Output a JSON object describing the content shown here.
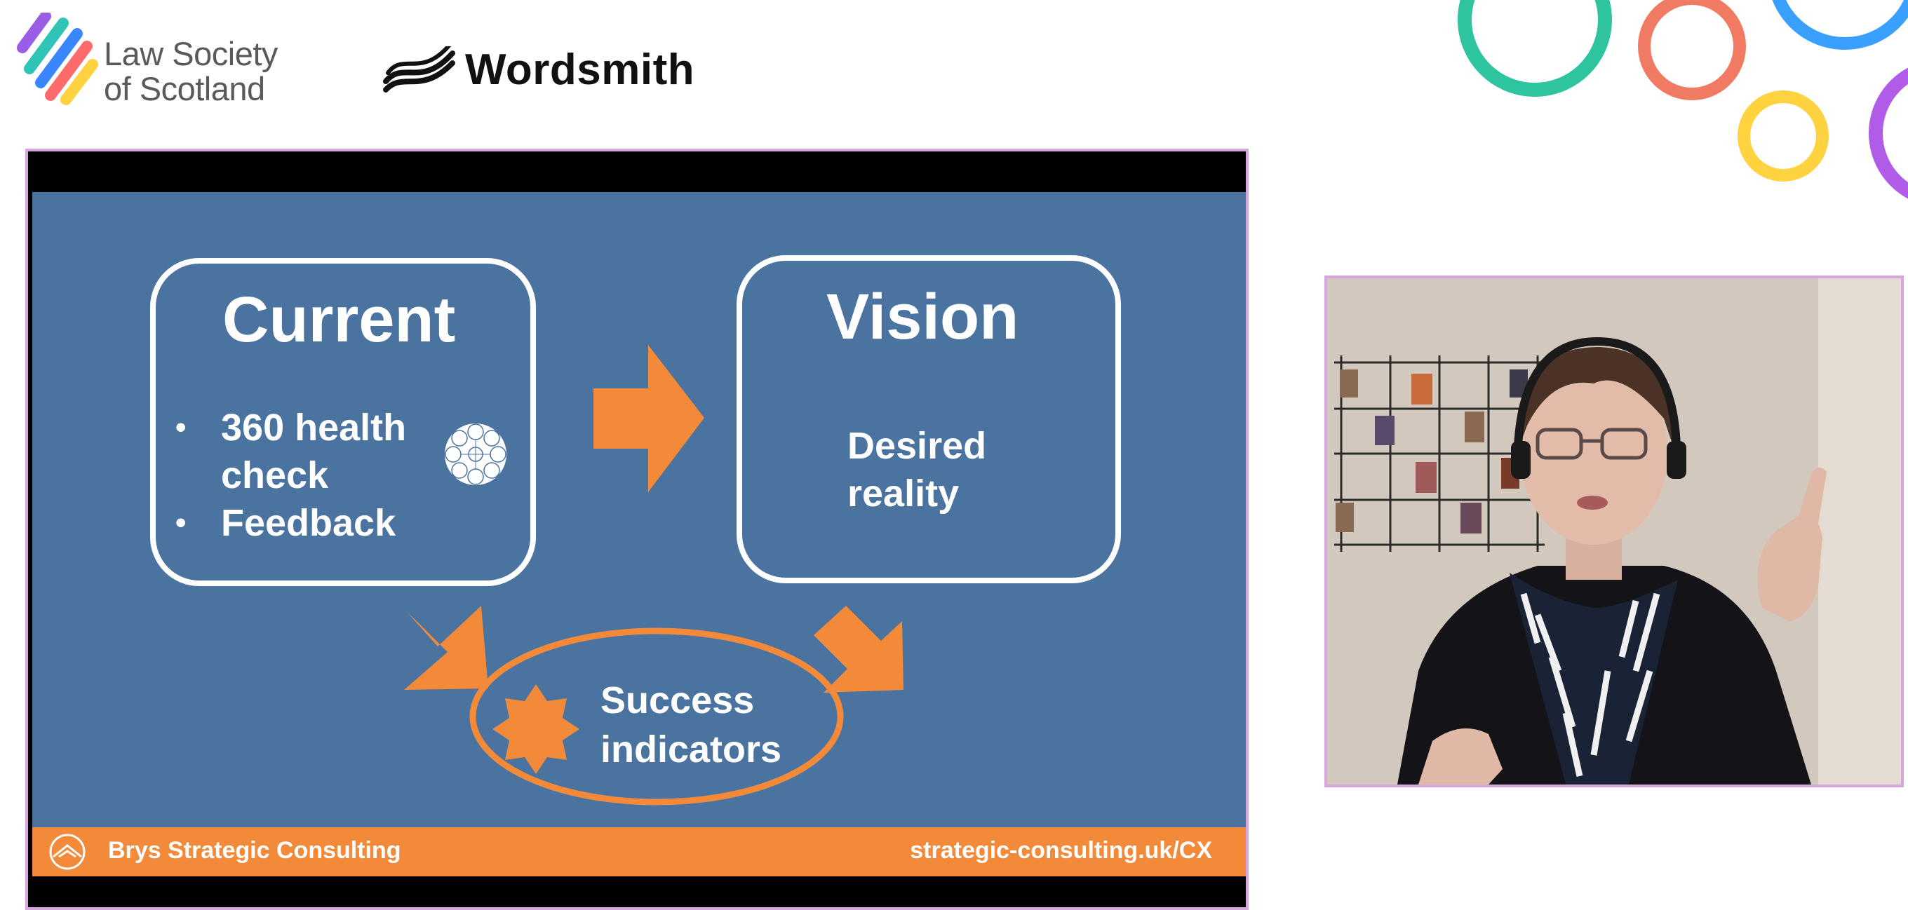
{
  "header": {
    "law_society_logo": {
      "line1": "Law Society",
      "line2": "of Scotland",
      "stripe_colors": [
        "#9b5de5",
        "#2ec4b6",
        "#3a86ff",
        "#ff6b6b",
        "#ffd23f"
      ]
    },
    "wordsmith_logo": {
      "text": "Wordsmith",
      "icon": "wave-swoosh-icon"
    },
    "decorative_rings": [
      "#2ec4a0",
      "#f07a62",
      "#3aa0ff",
      "#ffd23f",
      "#b05ce8"
    ]
  },
  "slide": {
    "current": {
      "title": "Current",
      "bullets": [
        "360 health check",
        "Feedback"
      ],
      "icon": "cx-wheel-icon"
    },
    "vision": {
      "title": "Vision",
      "text": "Desired reality"
    },
    "success": {
      "text": "Success indicators",
      "icon": "starburst-icon"
    },
    "footer": {
      "company": "Brys Strategic Consulting",
      "url": "strategic-consulting.uk/CX",
      "icon": "brys-logo-icon"
    },
    "colors": {
      "background": "#4a73a0",
      "accent": "#f28a3a",
      "text": "#ffffff"
    }
  },
  "webcam": {
    "subject": "speaker-video-feed"
  },
  "theme": {
    "frame_border": "#d7a6df",
    "page_background": "#ffffff"
  }
}
